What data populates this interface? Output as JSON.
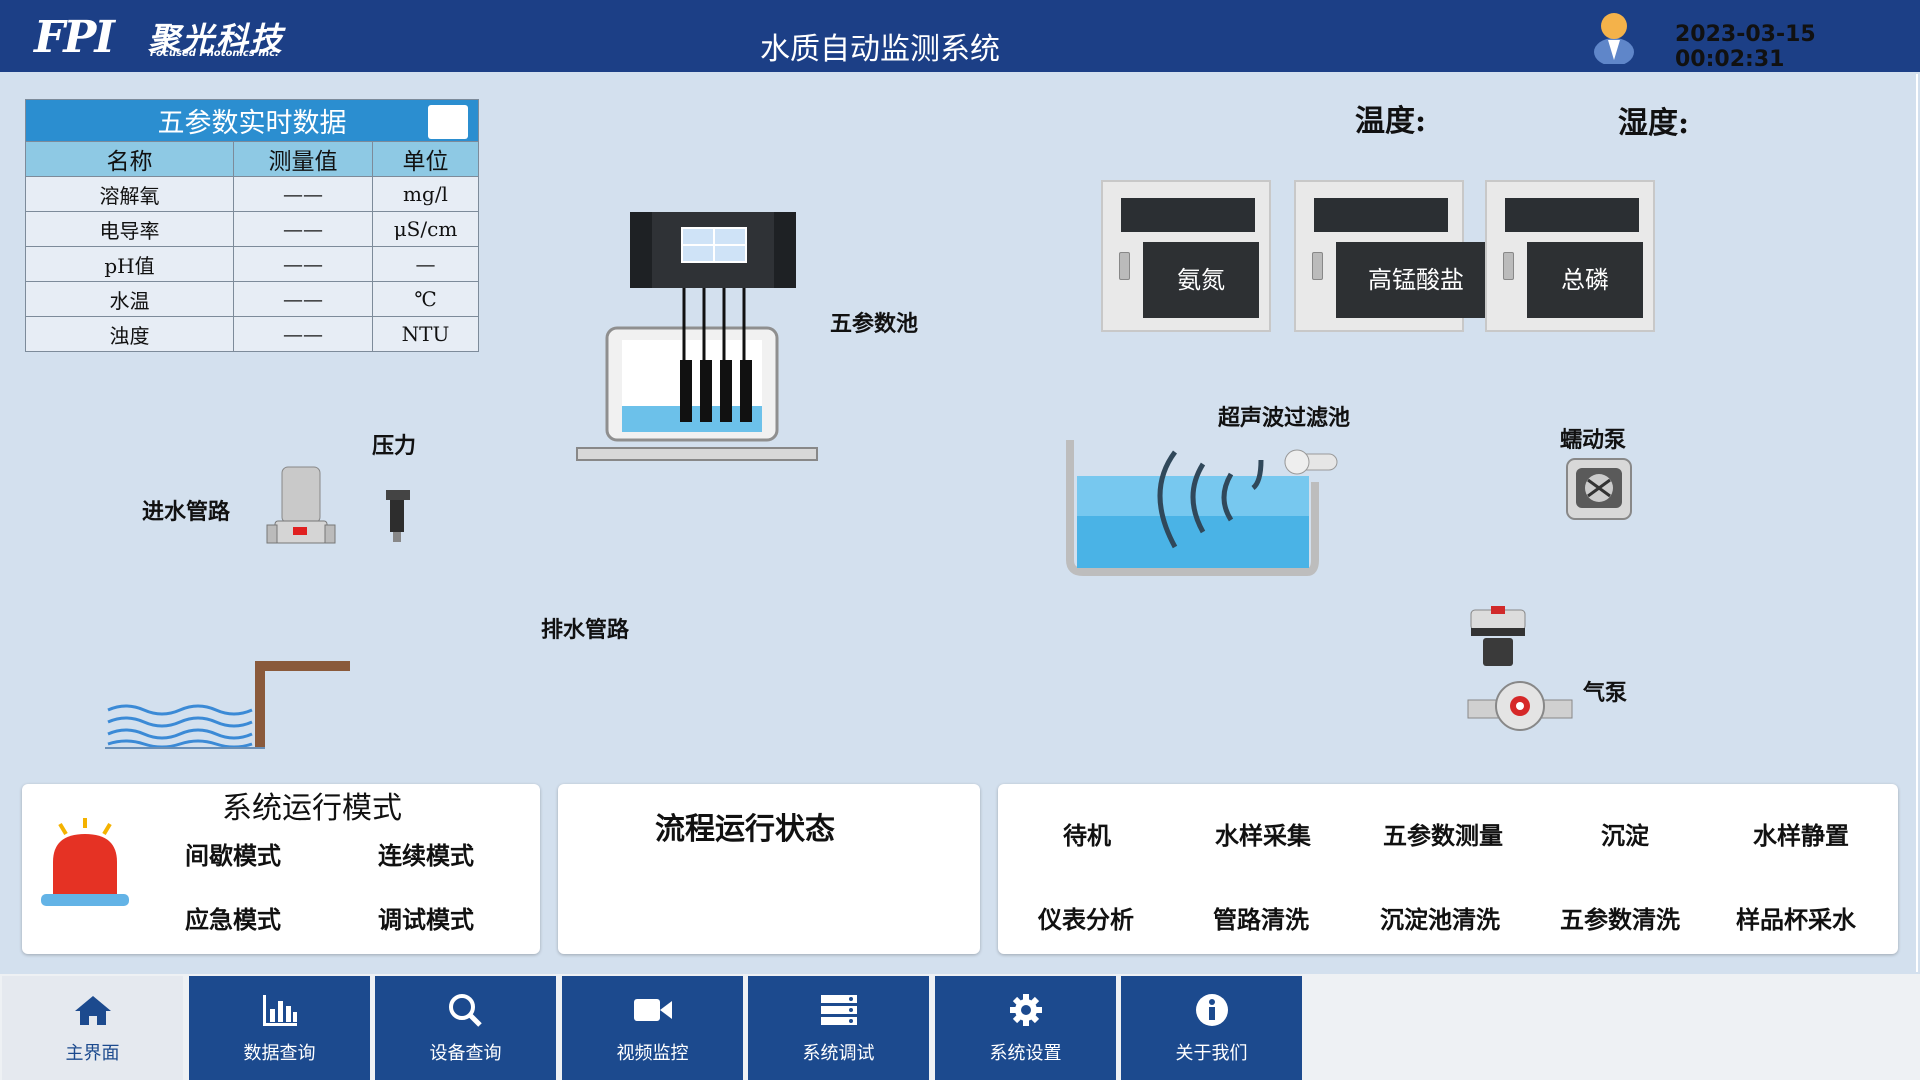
{
  "header": {
    "logo_mark": "FPI",
    "logo_cn": "聚光科技",
    "logo_en": "Focused Photonics Inc.",
    "title": "水质自动监测系统",
    "datetime": "2023-03-15 00:02:31",
    "user_icon": "user-avatar-icon"
  },
  "param_table": {
    "title": "五参数实时数据",
    "headers": [
      "名称",
      "测量值",
      "单位"
    ],
    "rows": [
      {
        "name": "溶解氧",
        "value": "——",
        "unit": "mg/l"
      },
      {
        "name": "电导率",
        "value": "——",
        "unit": "μS/cm"
      },
      {
        "name": "pH值",
        "value": "——",
        "unit": "—"
      },
      {
        "name": "水温",
        "value": "——",
        "unit": "℃"
      },
      {
        "name": "浊度",
        "value": "——",
        "unit": "NTU"
      }
    ]
  },
  "env": {
    "temperature_label": "温度:",
    "humidity_label": "湿度:"
  },
  "analyzers": [
    {
      "label": "氨氮"
    },
    {
      "label": "高锰酸盐"
    },
    {
      "label": "总磷"
    }
  ],
  "diagram_labels": {
    "five_param_pool": "五参数池",
    "pressure": "压力",
    "inlet_pipe": "进水管路",
    "drain_pipe": "排水管路",
    "ultrasonic_pool": "超声波过滤池",
    "peristaltic_pump": "蠕动泵",
    "air_pump": "气泵"
  },
  "modes": {
    "title": "系统运行模式",
    "items": [
      "间歇模式",
      "连续模式",
      "应急模式",
      "调试模式"
    ]
  },
  "flow_status": {
    "title": "流程运行状态"
  },
  "steps": [
    "待机",
    "水样采集",
    "五参数测量",
    "沉淀",
    "水样静置",
    "仪表分析",
    "管路清洗",
    "沉淀池清洗",
    "五参数清洗",
    "样品杯采水"
  ],
  "nav": [
    {
      "label": "主界面",
      "icon": "home-icon"
    },
    {
      "label": "数据查询",
      "icon": "bar-chart-icon"
    },
    {
      "label": "设备查询",
      "icon": "search-icon"
    },
    {
      "label": "视频监控",
      "icon": "video-camera-icon"
    },
    {
      "label": "系统调试",
      "icon": "server-icon"
    },
    {
      "label": "系统设置",
      "icon": "gear-icon"
    },
    {
      "label": "关于我们",
      "icon": "info-icon"
    }
  ],
  "colors": {
    "header_bg": "#1c3f86",
    "nav_bg": "#1c4a8e",
    "page_bg": "#d3e0ee",
    "table_title": "#2b8ed0",
    "table_head": "#8ec9e4"
  }
}
